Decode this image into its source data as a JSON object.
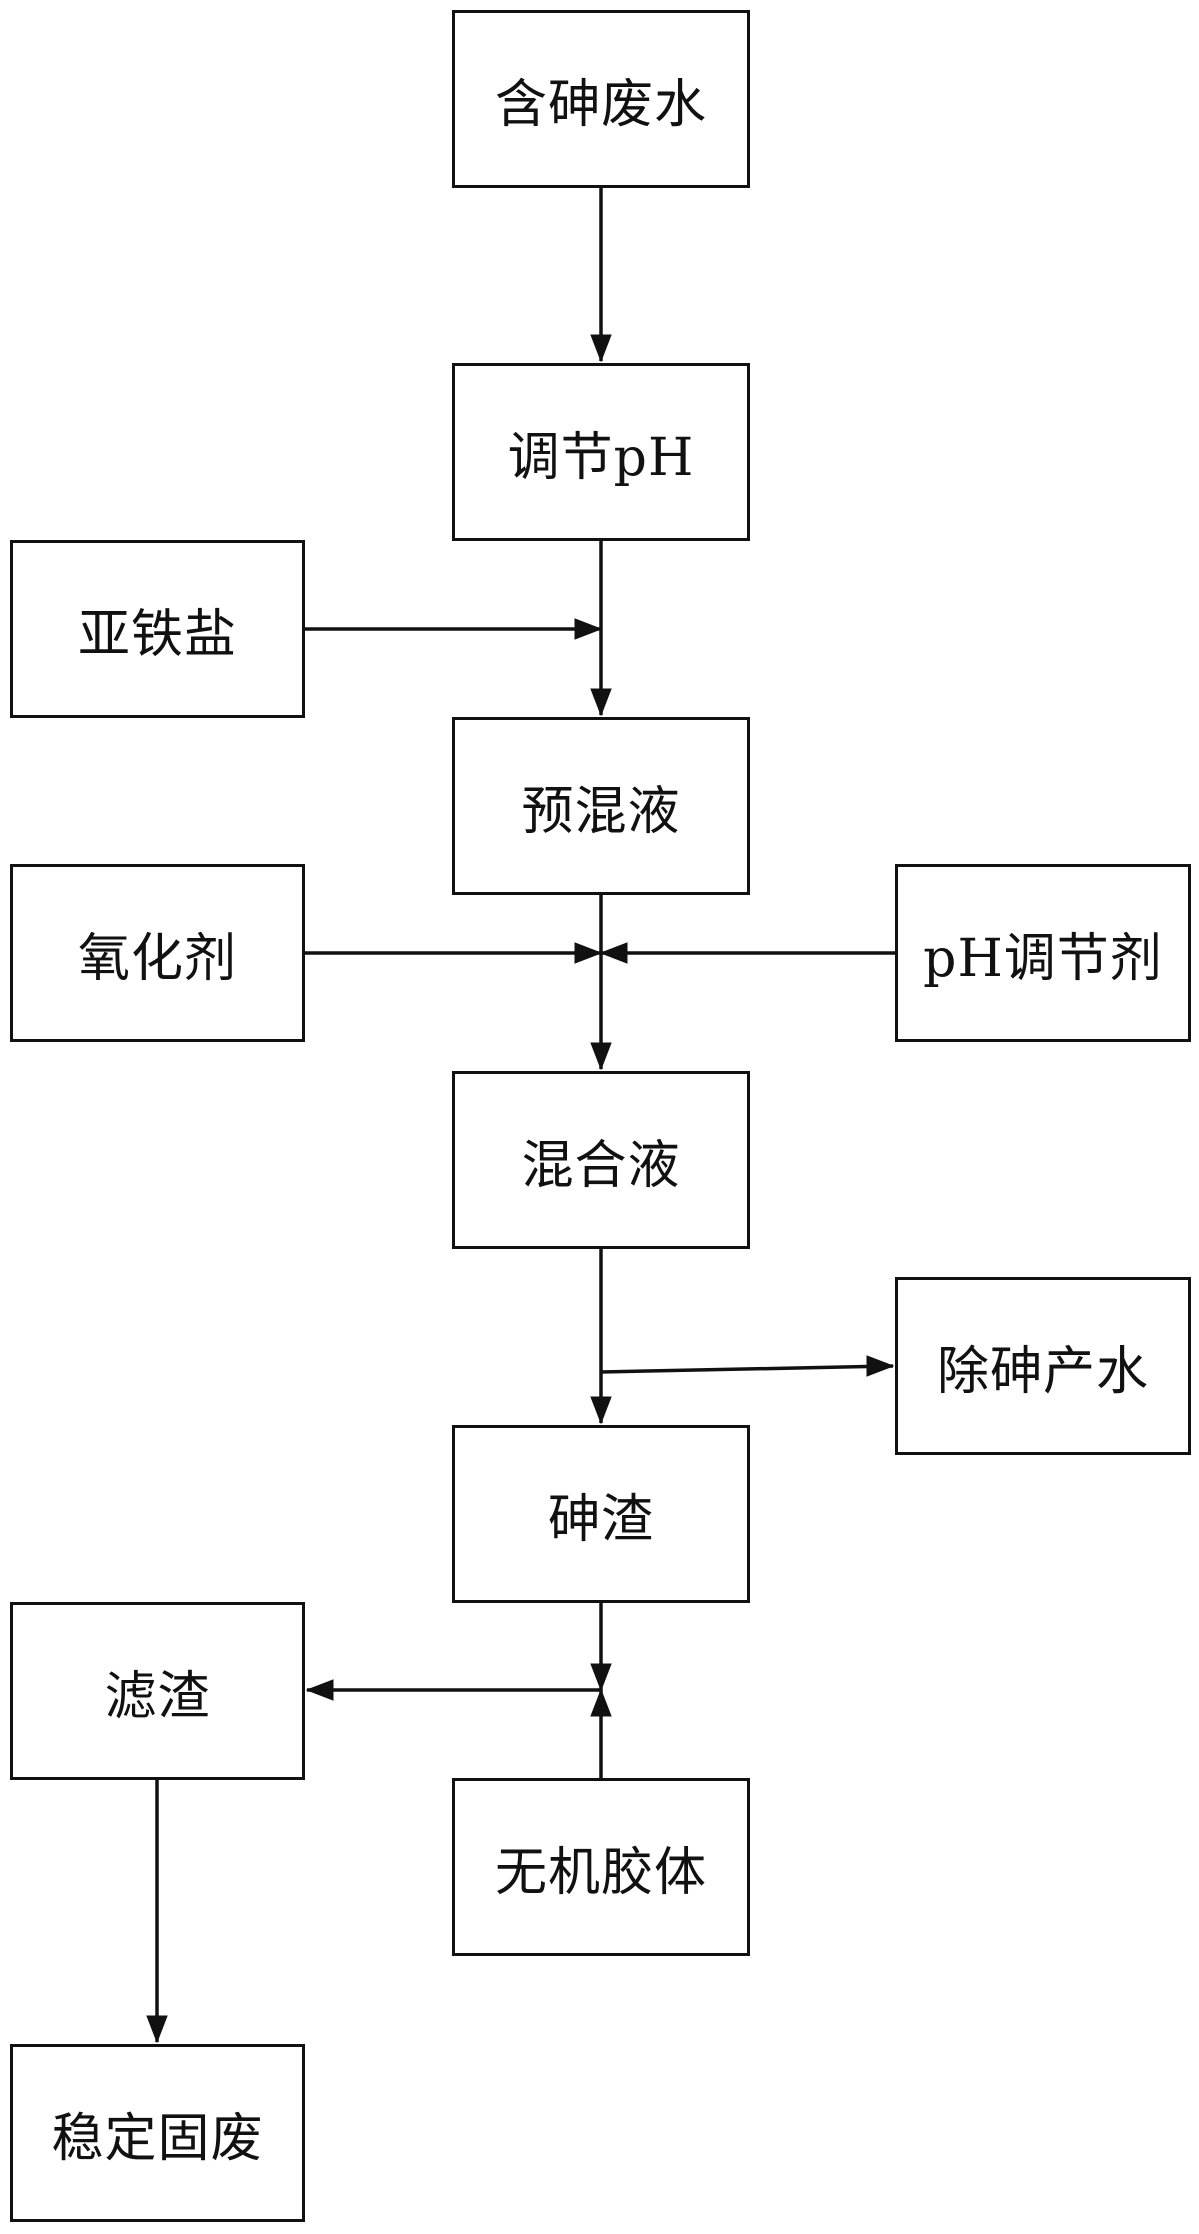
{
  "nodes": {
    "arsenic_wastewater": "含砷废水",
    "adjust_ph": "调节pH",
    "ferrous_salt": "亚铁盐",
    "premix_liquid": "预混液",
    "oxidant": "氧化剂",
    "ph_regulator": "pH调节剂",
    "mixed_liquid": "混合液",
    "dearsenic_water": "除砷产水",
    "arsenic_residue": "砷渣",
    "filter_residue": "滤渣",
    "inorganic_colloid": "无机胶体",
    "stable_solid_waste": "稳定固废"
  },
  "edges": [
    {
      "from": "arsenic_wastewater",
      "to": "adjust_ph"
    },
    {
      "from": "adjust_ph",
      "to": "premix_liquid"
    },
    {
      "from": "ferrous_salt",
      "to": "premix_liquid"
    },
    {
      "from": "premix_liquid",
      "to": "mixed_liquid"
    },
    {
      "from": "oxidant",
      "to": "mixed_liquid"
    },
    {
      "from": "ph_regulator",
      "to": "mixed_liquid"
    },
    {
      "from": "mixed_liquid",
      "to": "dearsenic_water"
    },
    {
      "from": "mixed_liquid",
      "to": "arsenic_residue"
    },
    {
      "from": "arsenic_residue",
      "to": "filter_residue"
    },
    {
      "from": "inorganic_colloid",
      "to": "filter_residue"
    },
    {
      "from": "filter_residue",
      "to": "stable_solid_waste"
    }
  ],
  "colors": {
    "stroke": "#111111",
    "background": "#ffffff"
  }
}
